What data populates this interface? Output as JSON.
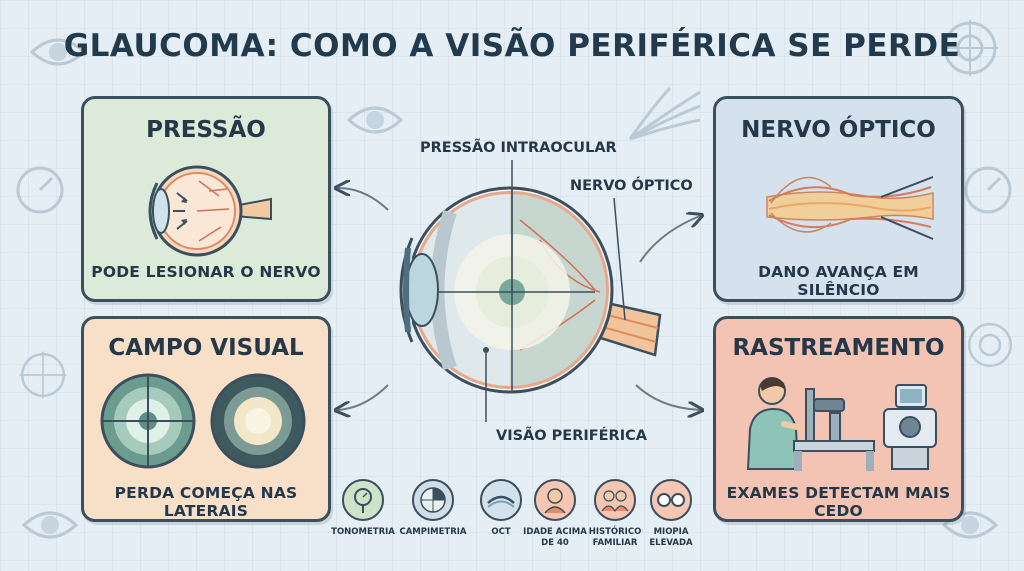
{
  "title": "GLAUCOMA: COMO A VISÃO PERIFÉRICA SE PERDE",
  "cards": {
    "pressure": {
      "title": "PRESSÃO",
      "caption": "PODE LESIONAR O NERVO"
    },
    "nerve": {
      "title": "NERVO ÓPTICO",
      "caption": "DANO AVANÇA EM SILÊNCIO"
    },
    "field": {
      "title": "CAMPO VISUAL",
      "caption": "PERDA COMEÇA NAS LATERAIS"
    },
    "screening": {
      "title": "RASTREAMENTO",
      "caption": "EXAMES DETECTAM MAIS CEDO"
    }
  },
  "center_labels": {
    "intraocular_pressure": "PRESSÃO INTRAOCULAR",
    "optic_nerve": "NERVO ÓPTICO",
    "peripheral_vision": "VISÃO PERIFÉRICA"
  },
  "bottom_icons": [
    {
      "label": "TONOMETRIA",
      "icon": "tonometer-icon",
      "color": "#cfe3c8"
    },
    {
      "label": "CAMPIMETRIA",
      "icon": "visual-field-icon",
      "color": "#cfdde6"
    },
    {
      "label": "OCT",
      "icon": "oct-scan-icon",
      "color": "#d3e1ec"
    },
    {
      "label": "IDADE ACIMA DE 40",
      "icon": "person-icon",
      "color": "#f5c7b2"
    },
    {
      "label": "HISTÓRICO FAMILIAR",
      "icon": "family-icon",
      "color": "#f5c7b2"
    },
    {
      "label": "MIOPIA ELEVADA",
      "icon": "glasses-icon",
      "color": "#f5c7b2"
    }
  ],
  "colors": {
    "background": "#e6eef5",
    "pressure_card": "#dcebd9",
    "nerve_card": "#d6e1ee",
    "field_card": "#f8dfc7",
    "screening_card": "#f3c4b3",
    "outline": "#3c4f5e"
  }
}
